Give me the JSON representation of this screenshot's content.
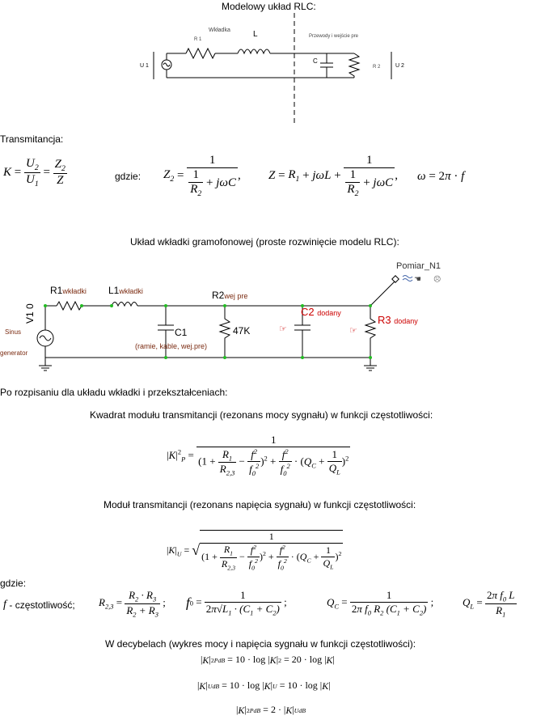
{
  "section1": {
    "title": "Modelowy układ RLC:",
    "label_wkladka": "Wkładka",
    "label_przewody": "Przewody i wejście pre",
    "label_R1": "R 1",
    "label_L": "L",
    "label_C": "C",
    "label_R2": "R 2",
    "label_U1": "U 1",
    "label_U2": "U 2"
  },
  "transmitancja": {
    "heading": "Transmitancja:",
    "gdzie": "gdzie:"
  },
  "section2": {
    "title": "Układ wkładki gramofonowej (proste rozwinięcie modelu RLC):",
    "pomiar": "Pomiar_N1",
    "R1": "R1",
    "R1_sub": "wkładki",
    "L1": "L1",
    "L1_sub": "wkładki",
    "R2": "R2",
    "R2_sub": "wej pre",
    "C2": "C2",
    "C2_sub": "dodany",
    "R3": "R3",
    "R3_sub": "dodany",
    "V10": "V1 0",
    "sinus": "Sinus",
    "generator": "generator",
    "C1": "C1",
    "C1_note": "(ramie, kable, wej.pre)",
    "R2_value": "47K"
  },
  "section3": {
    "intro": "Po rozpisaniu dla układu wkładki i przekształceniach:",
    "power_title": "Kwadrat modułu transmitancji (rezonans mocy sygnału) w funkcji częstotliwości:",
    "voltage_title": "Moduł transmitancji (rezonans napięcia sygnału) w funkcji częstotliwości:",
    "gdzie": "gdzie:",
    "f_desc": "- częstotliwość;",
    "db_title": "W decybelach (wykres mocy i napięcia sygnału w funkcji częstotliwości):"
  }
}
